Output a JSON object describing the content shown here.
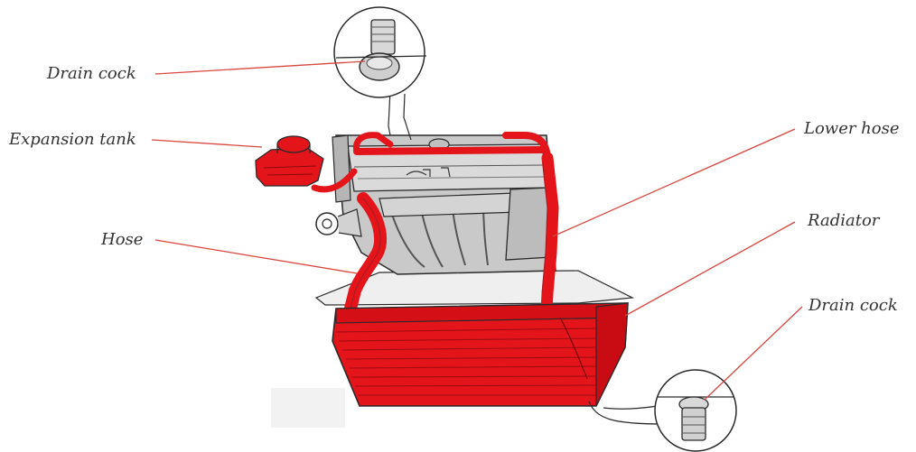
{
  "labels": {
    "drain_cock_top": "Drain cock",
    "expansion_tank": "Expansion tank",
    "hose": "Hose",
    "lower_hose": "Lower hose",
    "radiator": "Radiator",
    "drain_cock_bottom": "Drain cock"
  },
  "colors": {
    "cooling_red": "#e4141b",
    "leader_line": "#d9473f",
    "outline": "#2a2a2a",
    "engine_grey": "#c9c9c9",
    "engine_light": "#e6e6e6",
    "text": "#333333"
  }
}
